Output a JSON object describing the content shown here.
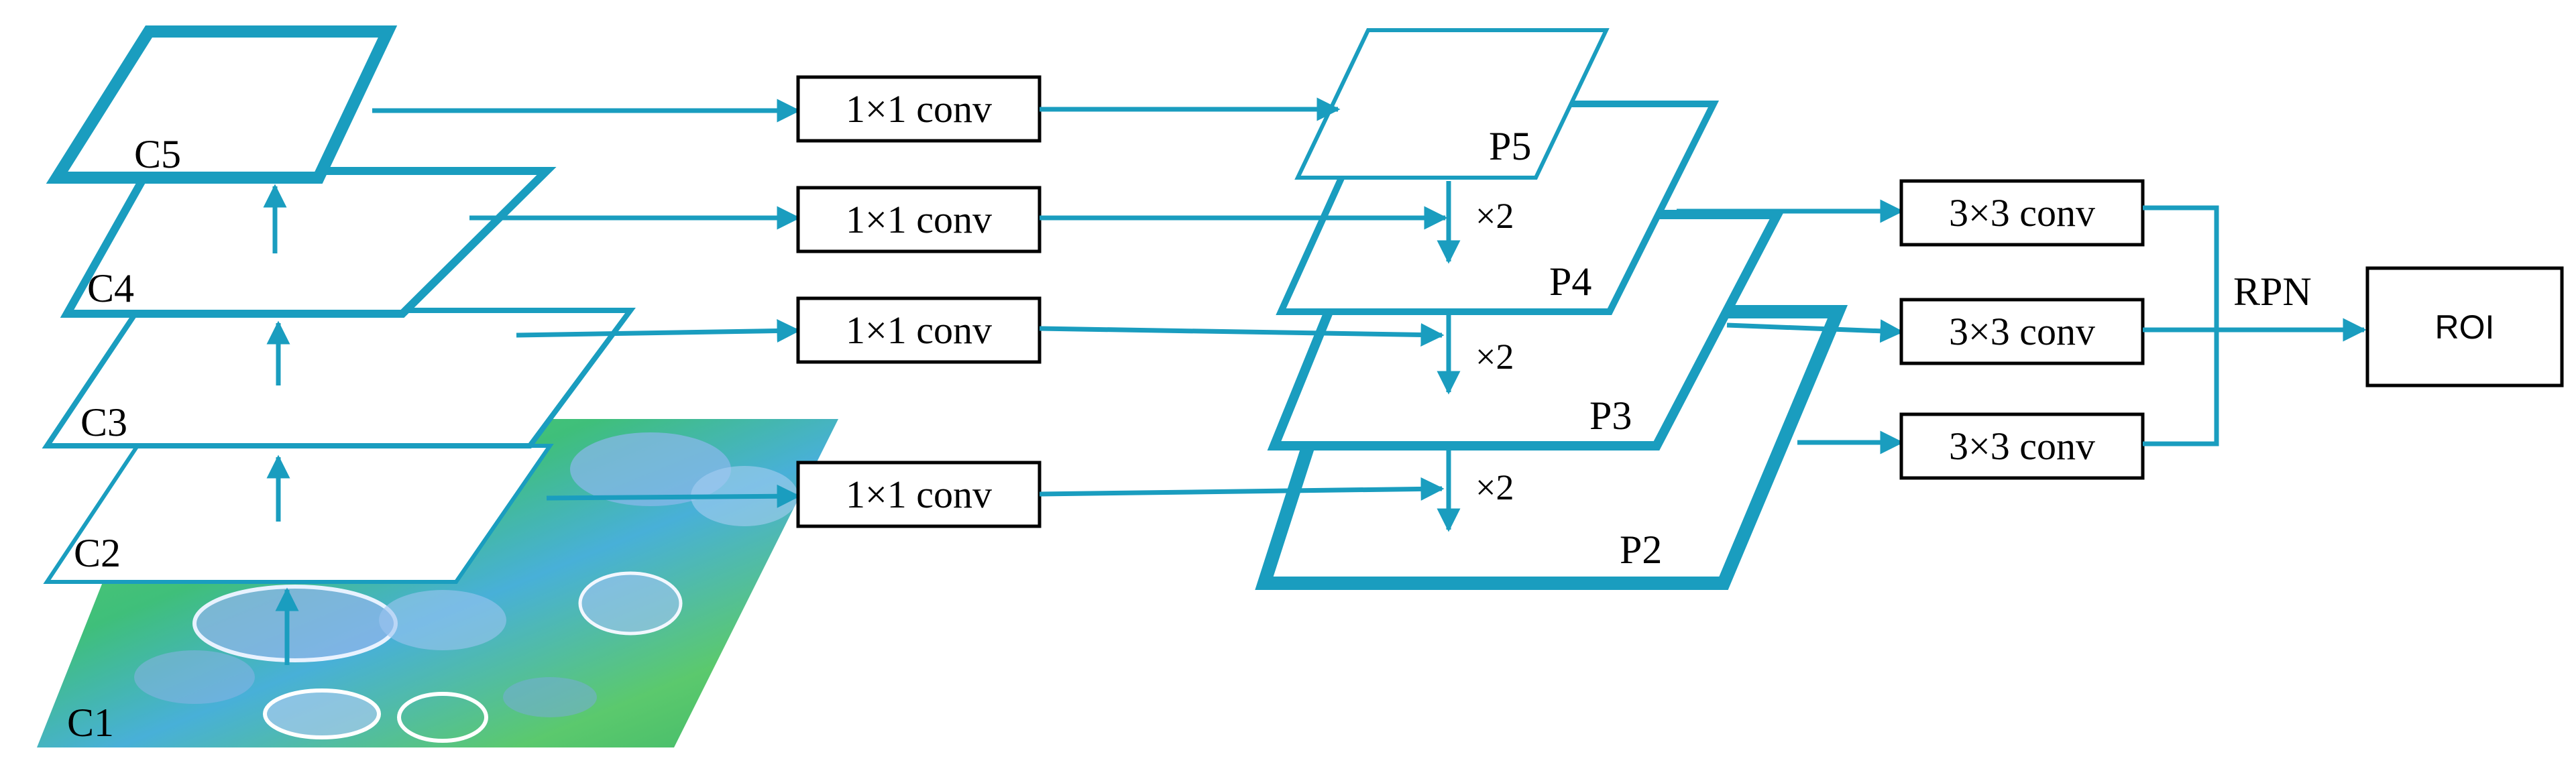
{
  "accent_color": "#1a9dbf",
  "backbone": {
    "c1_label": "C1",
    "c2_label": "C2",
    "c3_label": "C3",
    "c4_label": "C4",
    "c5_label": "C5"
  },
  "lateral": {
    "conv1_p5": "1×1 conv",
    "conv1_p4": "1×1 conv",
    "conv1_p3": "1×1 conv",
    "conv1_p2": "1×1 conv"
  },
  "pyramid": {
    "p5_label": "P5",
    "p4_label": "P4",
    "p3_label": "P3",
    "p2_label": "P2",
    "upsample_p4": "×2",
    "upsample_p3": "×2",
    "upsample_p2": "×2"
  },
  "head": {
    "conv3_top": "3×3 conv",
    "conv3_mid": "3×3 conv",
    "conv3_bot": "3×3 conv",
    "rpn_label": "RPN",
    "roi_label": "ROI"
  }
}
